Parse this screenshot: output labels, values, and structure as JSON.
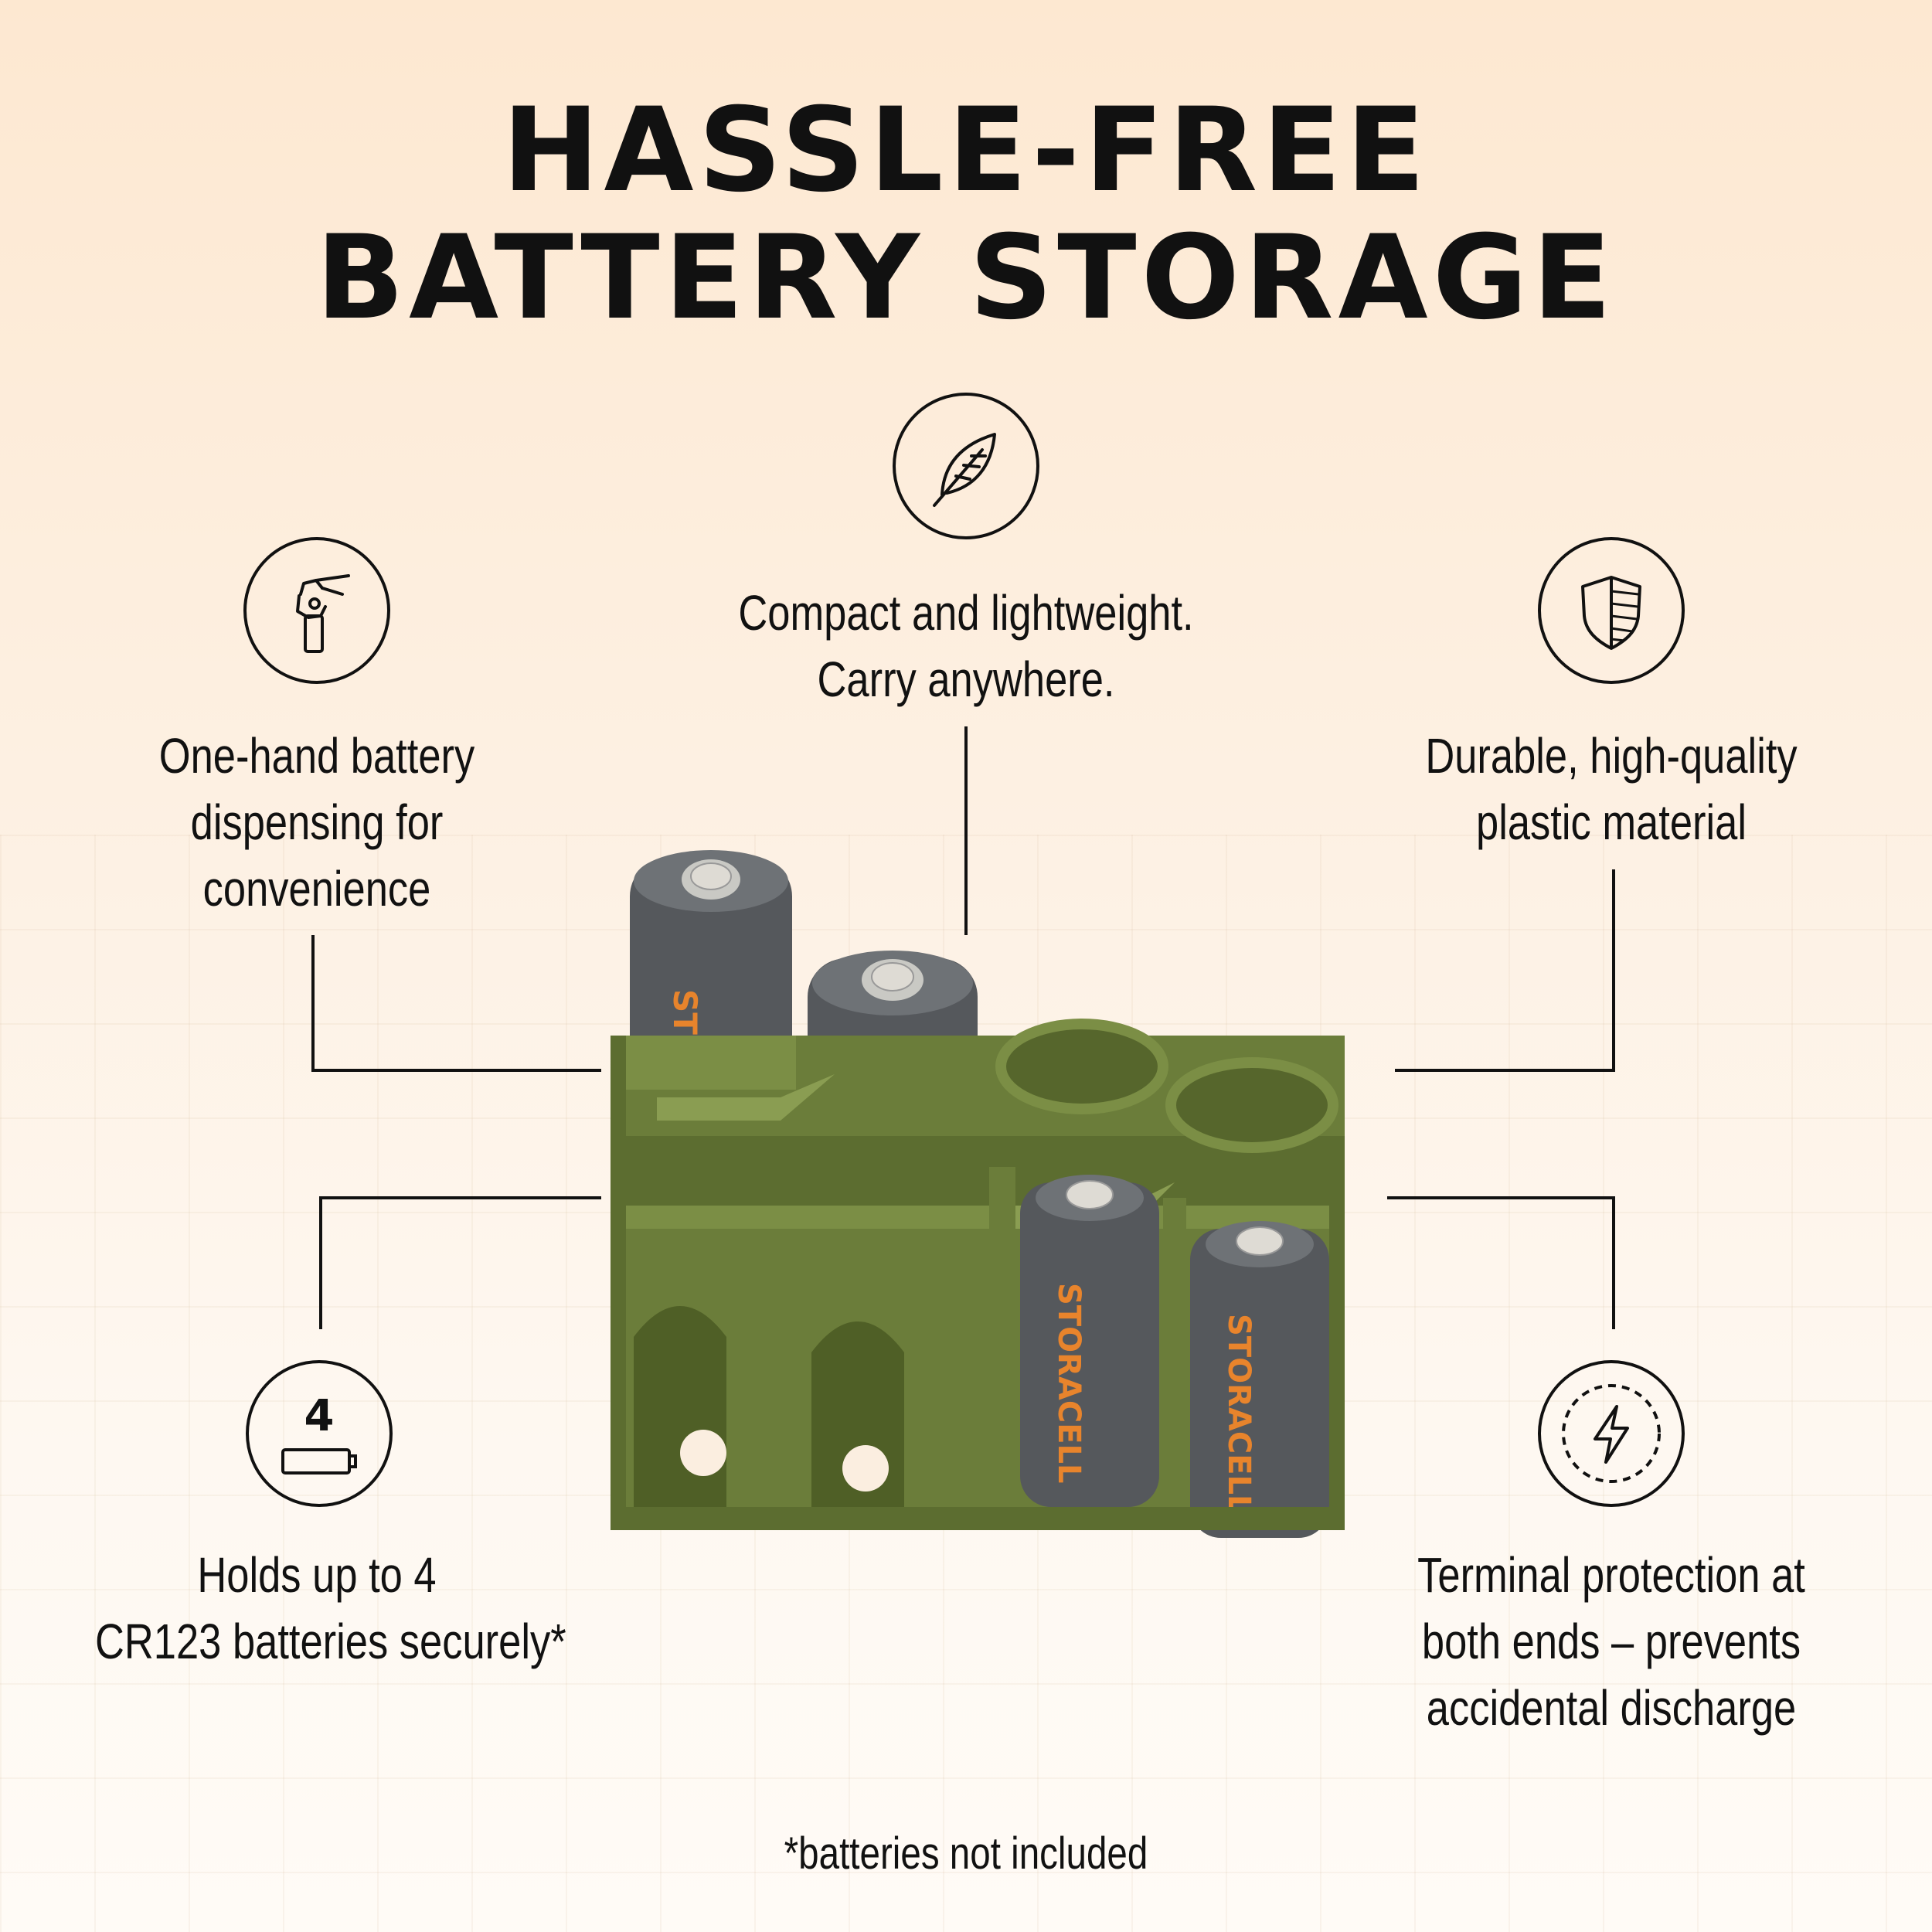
{
  "header": {
    "title_line1": "HASSLE-FREE",
    "title_line2": "BATTERY STORAGE"
  },
  "features": {
    "compact": {
      "icon": "feather-icon",
      "line1": "Compact and lightweight.",
      "line2": "Carry anywhere."
    },
    "one_hand": {
      "icon": "hand-pinch-icon",
      "line1": "One-hand battery",
      "line2": "dispensing for",
      "line3": "convenience"
    },
    "durable": {
      "icon": "shield-icon",
      "line1": "Durable, high-quality",
      "line2": "plastic material"
    },
    "holds": {
      "icon": "battery-count-icon",
      "icon_number": "4",
      "line1": "Holds up to 4",
      "line2": "CR123 batteries securely*"
    },
    "terminal": {
      "icon": "lightning-icon",
      "line1": "Terminal protection at",
      "line2": "both ends – prevents",
      "line3": "accidental discharge"
    }
  },
  "product": {
    "brand_text": "STORACELL",
    "holder_color": "#6b7d3a",
    "battery_color": "#55585c",
    "brand_color": "#e8842c"
  },
  "footnote": "*batteries not included"
}
